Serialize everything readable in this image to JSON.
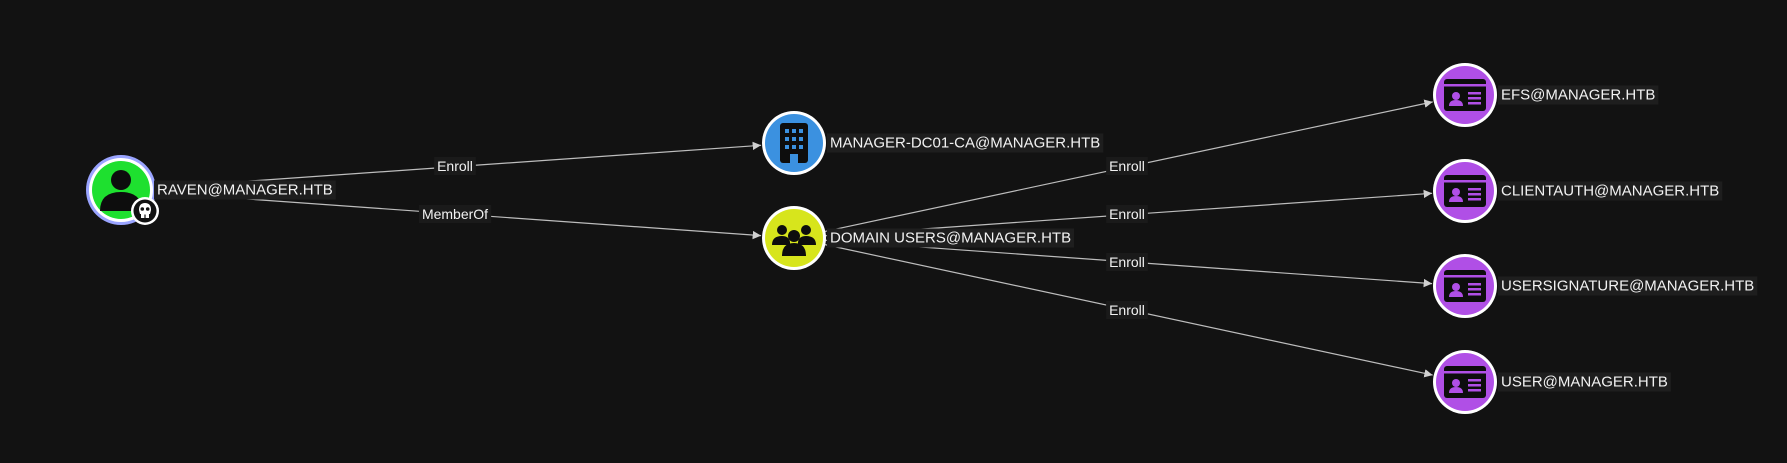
{
  "colors": {
    "background": "#121212",
    "user": "#1ee02f",
    "user_ring": "#9aa4ff",
    "ca": "#3b91e0",
    "group": "#d7e51c",
    "template": "#b04fe6",
    "selected_label_bg": "#9aa4ff"
  },
  "nodes": [
    {
      "id": "raven",
      "label": "RAVEN@MANAGER.HTB",
      "kind": "user",
      "icon": "user-icon",
      "badge_icon": "skull-icon",
      "selected": true
    },
    {
      "id": "ca",
      "label": "MANAGER-DC01-CA@MANAGER.HTB",
      "kind": "ca",
      "icon": "building-icon"
    },
    {
      "id": "domain_users",
      "label": "DOMAIN USERS@MANAGER.HTB",
      "kind": "group",
      "icon": "group-icon"
    },
    {
      "id": "efs",
      "label": "EFS@MANAGER.HTB",
      "kind": "template",
      "icon": "certificate-template-icon"
    },
    {
      "id": "clientauth",
      "label": "CLIENTAUTH@MANAGER.HTB",
      "kind": "template",
      "icon": "certificate-template-icon"
    },
    {
      "id": "usersignature",
      "label": "USERSIGNATURE@MANAGER.HTB",
      "kind": "template",
      "icon": "certificate-template-icon"
    },
    {
      "id": "user",
      "label": "USER@MANAGER.HTB",
      "kind": "template",
      "icon": "certificate-template-icon"
    }
  ],
  "edges": [
    {
      "from": "raven",
      "to": "ca",
      "label": "Enroll"
    },
    {
      "from": "raven",
      "to": "domain_users",
      "label": "MemberOf"
    },
    {
      "from": "domain_users",
      "to": "efs",
      "label": "Enroll"
    },
    {
      "from": "domain_users",
      "to": "clientauth",
      "label": "Enroll"
    },
    {
      "from": "domain_users",
      "to": "usersignature",
      "label": "Enroll"
    },
    {
      "from": "domain_users",
      "to": "user",
      "label": "Enroll"
    }
  ]
}
